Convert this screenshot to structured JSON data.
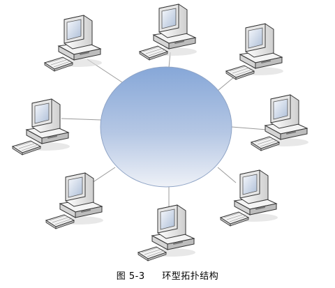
{
  "figure": {
    "caption_number": "图 5-3",
    "caption_title": "环型拓扑结构"
  },
  "diagram": {
    "type": "ring-topology",
    "hub_shape": "ellipse",
    "node_count": 8,
    "node_icon": "desktop-computer-icon",
    "colors": {
      "ring_top": "#86a7d8",
      "ring_bottom": "#dfe6f2",
      "link_line": "#9a9a9a",
      "computer_body": "#e9e9e9",
      "computer_outline": "#333333",
      "screen": "#bfcfe6"
    }
  }
}
